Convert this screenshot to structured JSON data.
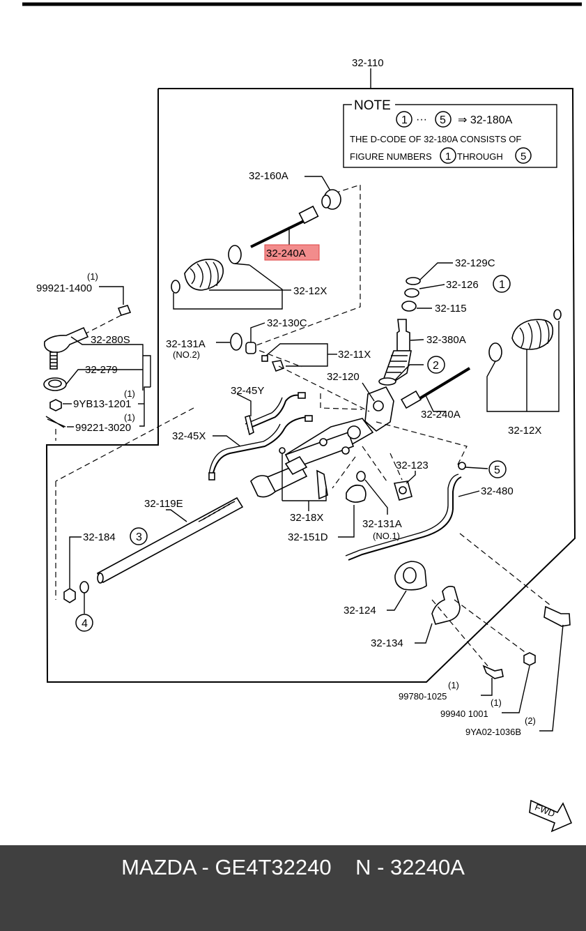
{
  "diagram": {
    "labels": {
      "assembly": "32-110",
      "note_title": "NOTE",
      "note_arrow": "⇒ 32-180A",
      "note_line2": "THE D-CODE OF 32-180A CONSISTS OF",
      "note_line3a": "FIGURE NUMBERS",
      "note_line3b": "THROUGH",
      "tie_rod_boot": "32-160A",
      "inner_tie_rod_highlight": "32-240A",
      "boot_left": "32-12X",
      "qty_1a": "(1)",
      "nut_99921": "99921-1400",
      "tie_rod_end": "32-280S",
      "dust_seal": "32-279",
      "qty_1b": "(1)",
      "nut_9yb13": "9YB13-1201",
      "qty_1c": "(1)",
      "pin_99221": "99221-3020",
      "seal_131a_no2": "32-131A",
      "no2": "(NO.2)",
      "bushing_130c": "32-130C",
      "set_11x": "32-11X",
      "cap_129c": "32-129C",
      "seal_126": "32-126",
      "bearing_115": "32-115",
      "pinion_380a": "32-380A",
      "housing_120": "32-120",
      "pipe_45y": "32-45Y",
      "inner_rod_240a": "32-240A",
      "boot_right": "32-12X",
      "pipe_45x": "32-45X",
      "mount_123": "32-123",
      "pipe_480": "32-480",
      "rack_119e": "32-119E",
      "bolt_set_18x": "32-18X",
      "seal_131a_no1": "32-131A",
      "no1": "(NO.1)",
      "cover_151d": "32-151D",
      "nut_184": "32-184",
      "bracket_124": "32-124",
      "clamp_134": "32-134",
      "qty_1d": "(1)",
      "bolt_99780": "99780-1025",
      "qty_1e": "(1)",
      "nut_99940": "99940 1001",
      "qty_2": "(2)",
      "bolt_9ya02": "9YA02-1036B",
      "fwd": "FWD"
    },
    "figure_numbers": {
      "n1": "1",
      "n3": "3",
      "n5": "5",
      "n2": "2",
      "n4": "4"
    },
    "highlight_color": "#f28c8c"
  },
  "footer": {
    "caption": "MAZDA - GE4T32240    N - 32240A"
  }
}
